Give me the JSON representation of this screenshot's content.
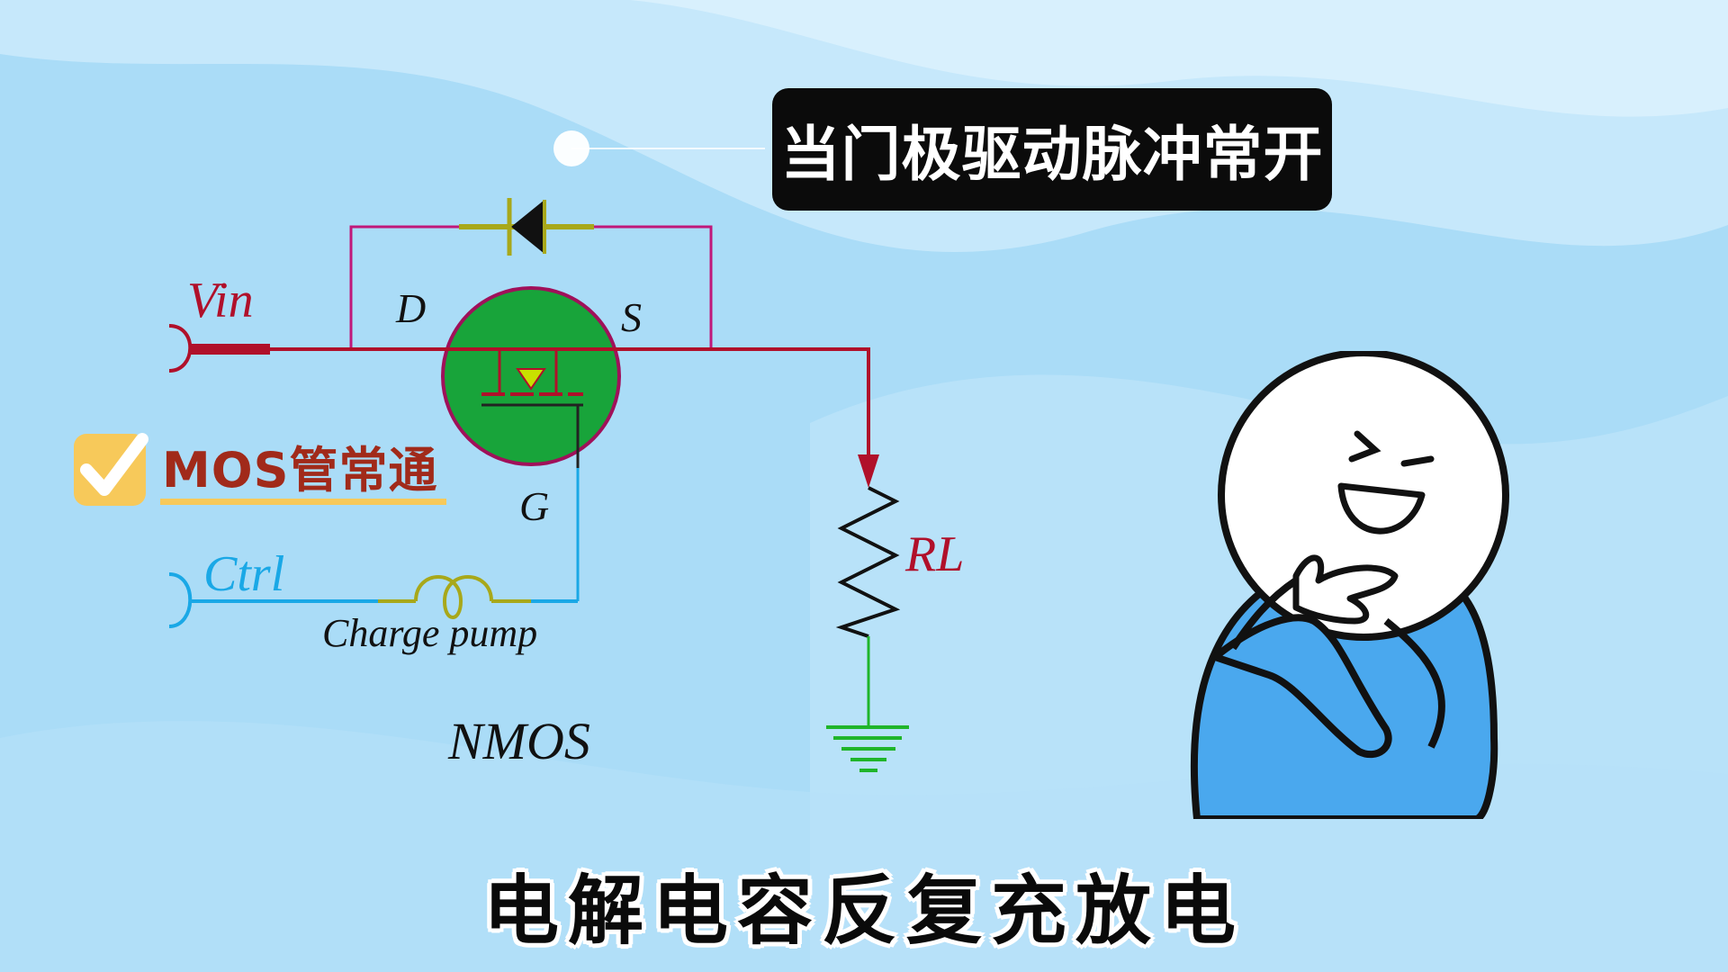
{
  "top_caption": "当门极驱动脉冲常开",
  "subtitle": "电解电容反复充放电",
  "badge": {
    "label": "MOS管常通",
    "icon": "check-icon"
  },
  "circuit": {
    "labels": {
      "vin": "Vin",
      "drain": "D",
      "source": "S",
      "gate": "G",
      "ctrl": "Ctrl",
      "charge_pump": "Charge pump",
      "load": "RL",
      "device_type": "NMOS"
    },
    "colors": {
      "power_line": "#b0102a",
      "diode_loop": "#c0187a",
      "control_line": "#1aa8e6",
      "ground": "#1fb52a",
      "mosfet_body": "#18a43a",
      "diode": "#a8a81a"
    }
  },
  "character": {
    "icon": "laughing-stick-figure-icon"
  }
}
